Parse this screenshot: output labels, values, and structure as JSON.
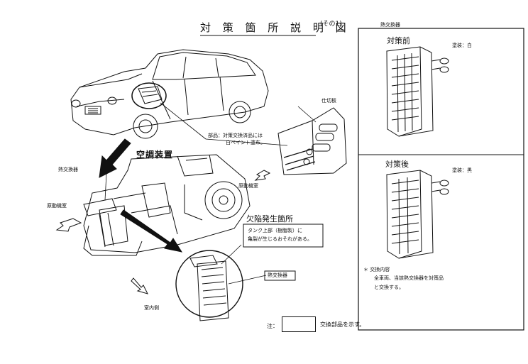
{
  "title": "対 策 箇 所 説 明 図",
  "title_suffix": "(その1)",
  "labels": {
    "heater_core_top": "熱交換器",
    "instrument_panel": "仕切板",
    "paint_note_line1": "部品：対策交換済品には",
    "paint_note_line2": "白ペイント塗布。",
    "main_unit": "空調装置",
    "heater_core_left": "熱交換器",
    "engine_room": "原動機室",
    "engine_room_right": "原動機室",
    "defect_location": "欠陥発生箇所",
    "defect_note_line1": "タンク上部（樹脂製）に",
    "defect_note_line2": "亀裂が生じるおそれがある。",
    "exchanger_callout": "熱交換器",
    "cabin": "室内側",
    "note_prefix": "注：",
    "note_text": "交換部品を示す。"
  },
  "panel": {
    "before_title": "対策前",
    "before_paint": "塗装：白",
    "after_title": "対策後",
    "after_paint": "塗装：黒",
    "note_line1": "＊ 交換内容",
    "note_line2": "全車両、当該熱交換器を対策品",
    "note_line3": "と交換する。"
  }
}
